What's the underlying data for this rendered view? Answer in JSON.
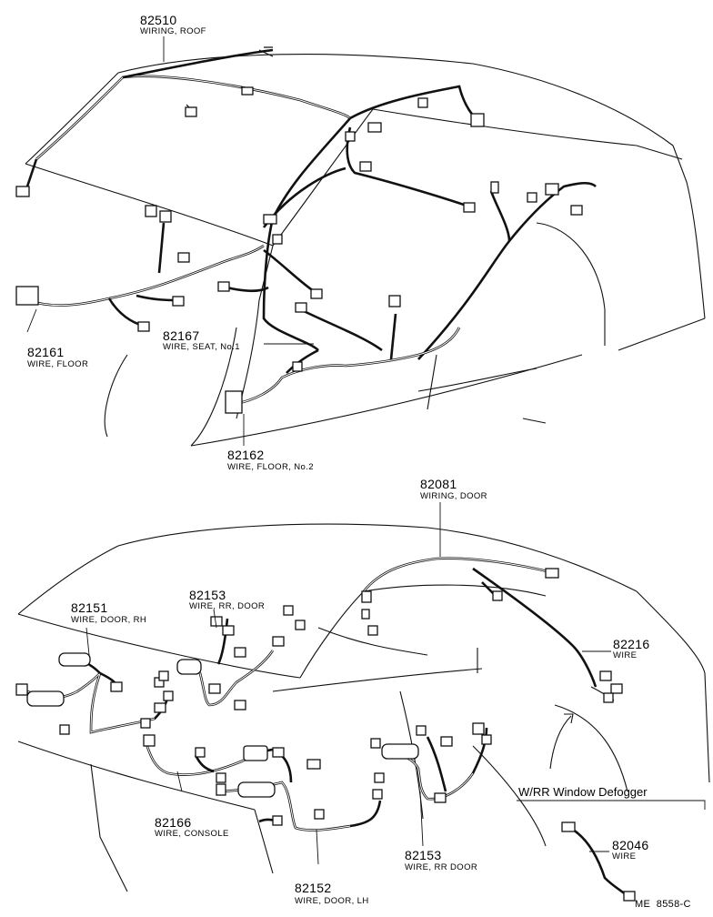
{
  "top_section": {
    "parts": [
      {
        "number": "82510",
        "name": "WIRING, ROOF"
      },
      {
        "number": "82161",
        "name": "WIRE, FLOOR"
      },
      {
        "number": "82167",
        "name": "WIRE, SEAT, No.1"
      },
      {
        "number": "82162",
        "name": "WIRE, FLOOR, No.2"
      }
    ]
  },
  "bottom_section": {
    "parts": [
      {
        "number": "82081",
        "name": "WIRING, DOOR"
      },
      {
        "number": "82151",
        "name": "WIRE, DOOR, RH"
      },
      {
        "number": "82153",
        "name": "WIRE, RR, DOOR"
      },
      {
        "number": "82216",
        "name": "WIRE"
      },
      {
        "number": "82166",
        "name": "WIRE, CONSOLE"
      },
      {
        "number": "82153",
        "name": "WIRE, RR DOOR"
      },
      {
        "number": "82152",
        "name": "WIRE, DOOR, LH"
      },
      {
        "number": "82046",
        "name": "WIRE"
      }
    ]
  },
  "option_box": {
    "title": "W/RR Window Defogger"
  },
  "figure_code": "ME  8558-C"
}
